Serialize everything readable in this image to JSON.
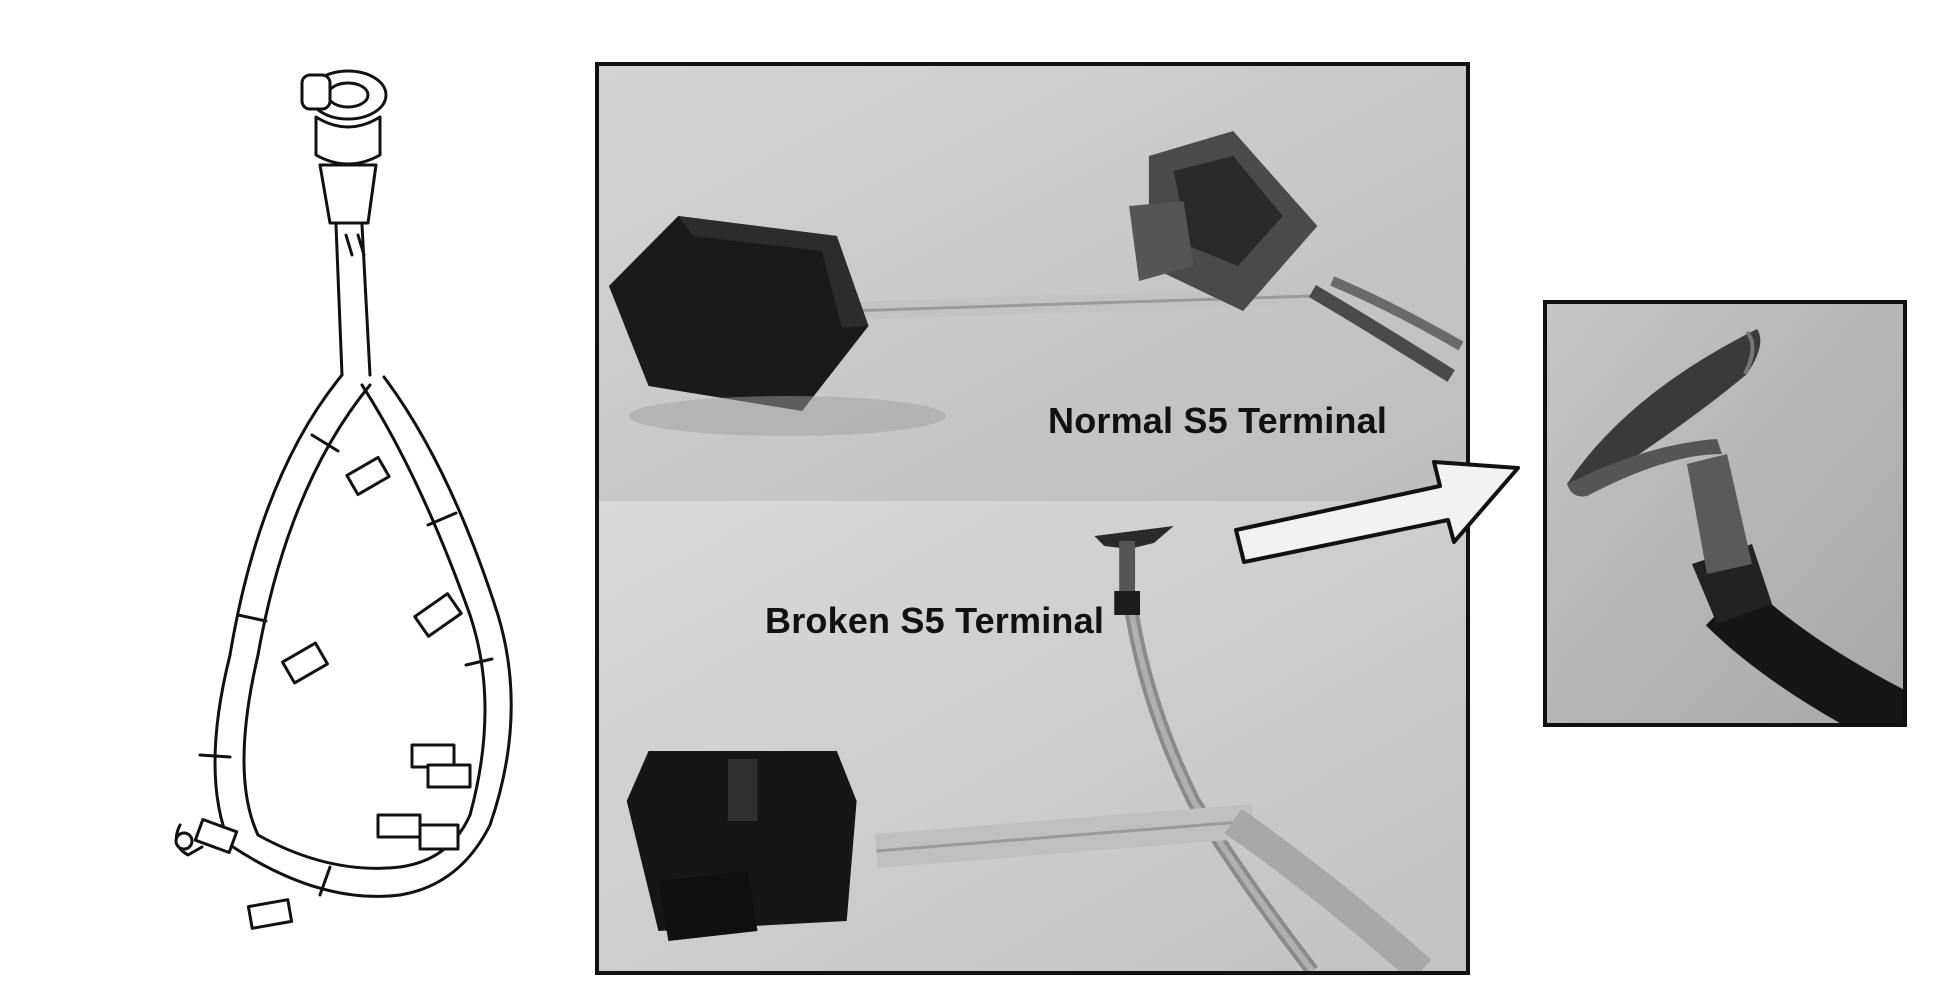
{
  "labels": {
    "normal": "Normal S5 Terminal",
    "broken": "Broken S5 Terminal"
  },
  "figure": {
    "left_item": "harness-line-drawing",
    "center_item": "connector-photo-comparison",
    "right_item": "terminal-closeup-photo",
    "pointer": "callout-arrow"
  },
  "colors": {
    "frame": "#111111",
    "photo_background": "#c9c9c9",
    "connector": "#1a1a1a",
    "wire": "#b9b9b9",
    "arrow_fill": "#f2f2f2"
  }
}
